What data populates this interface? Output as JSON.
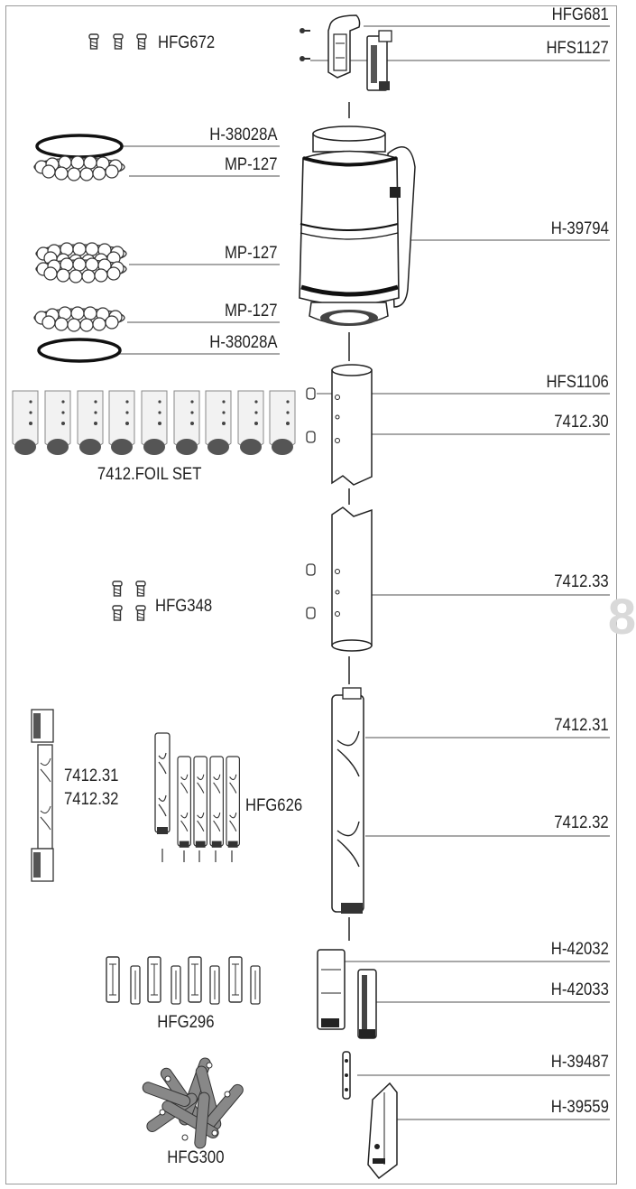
{
  "labels": {
    "hfg681": "HFG681",
    "hfs1127": "HFS1127",
    "hfg672": "HFG672",
    "h38028a_top": "H-38028A",
    "mp127_a": "MP-127",
    "h39794": "H-39794",
    "mp127_b": "MP-127",
    "mp127_c": "MP-127",
    "h38028a_bottom": "H-38028A",
    "hfs1106": "HFS1106",
    "p741230": "7412.30",
    "foil_set": "7412.FOIL SET",
    "p741233": "7412.33",
    "hfg348": "HFG348",
    "p741231_right": "7412.31",
    "p741231_left": "7412.31",
    "p741232_left": "7412.32",
    "hfg626": "HFG626",
    "p741232_right": "7412.32",
    "h42032": "H-42032",
    "h42033": "H-42033",
    "hfg296": "HFG296",
    "h39487": "H-39487",
    "h39559": "H-39559",
    "hfg300": "HFG300"
  },
  "page_number": "8"
}
